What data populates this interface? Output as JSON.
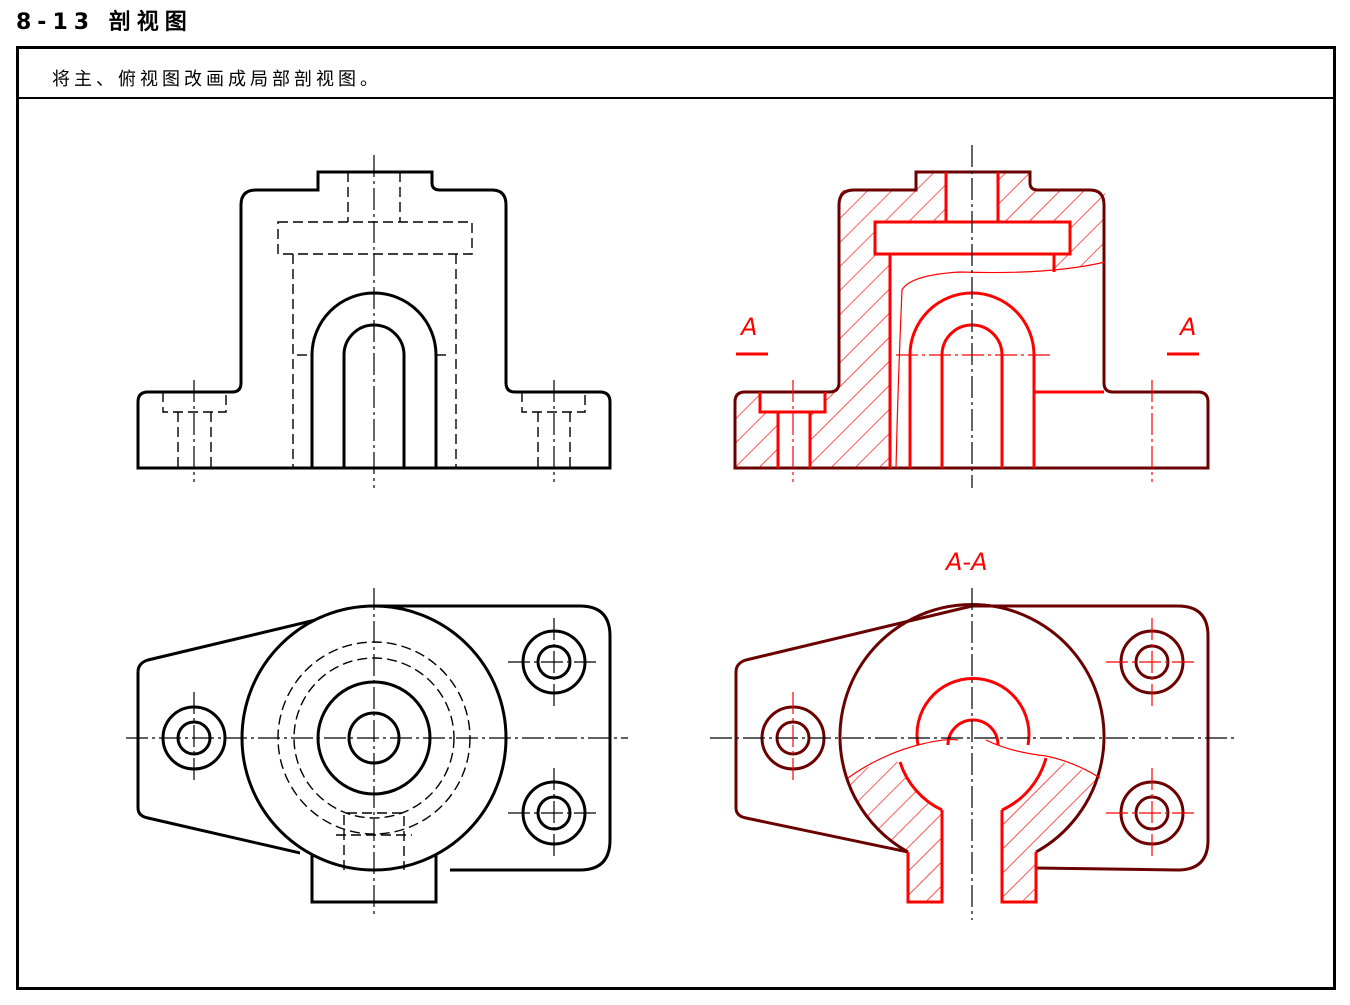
{
  "header": {
    "title": "8-13 剖视图"
  },
  "instructions": {
    "text": "将主、俯视图改画成局部剖视图。"
  },
  "labels": {
    "section_mark_left": "A",
    "section_mark_right": "A",
    "section_view_title": "A-A"
  },
  "colors": {
    "outline": "#000000",
    "section": "#ff0000",
    "dark_outline": "#6b0000"
  }
}
